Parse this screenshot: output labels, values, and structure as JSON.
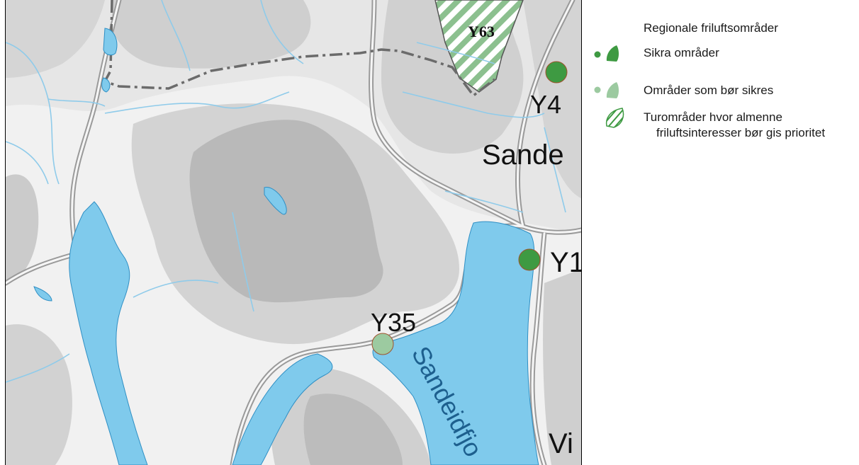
{
  "map": {
    "labels": {
      "y63": "Y63",
      "y4": "Y4",
      "sande": "Sande",
      "y1": "Y1",
      "y35": "Y35",
      "sandeidfjorden": "Sandeidfjo",
      "vi": "Vi"
    }
  },
  "legend": {
    "title": "Regionale friluftsområder",
    "items": [
      {
        "label": "Sikra områder",
        "color": "#3e9a42"
      },
      {
        "label": "Områder som bør sikres",
        "color": "#9ccaa0"
      },
      {
        "label": "Turområder hvor almenne",
        "label2": "friluftsinteresser bør gis prioritet",
        "color": "#3e9a42"
      }
    ]
  },
  "colors": {
    "water": "#7fcaec",
    "land_light": "#ececec",
    "land_mid": "#d0d0d0",
    "land_dark": "#b3b3b3",
    "sikra": "#3e9a42",
    "bor_sikres": "#9ccaa0"
  }
}
